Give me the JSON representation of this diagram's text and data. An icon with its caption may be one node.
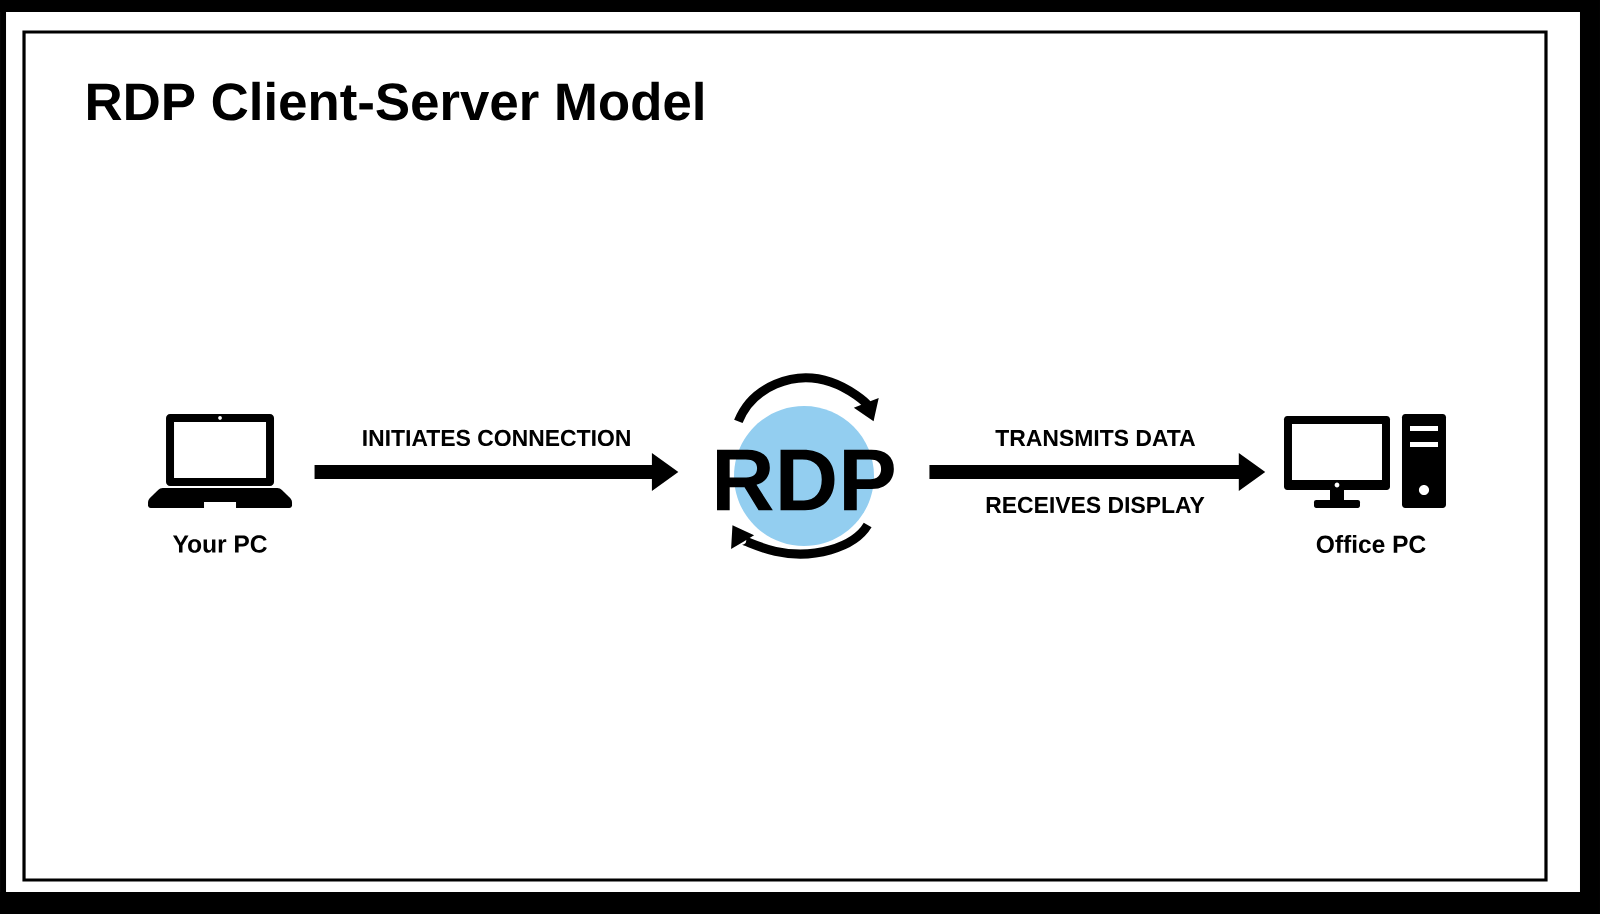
{
  "diagram": {
    "title": "RDP Client-Server Model",
    "nodes": [
      {
        "text": [],
        "shape": "picture",
        "beside": [
          "Your PC"
        ]
      },
      {
        "text": [
          "RDP"
        ]
      },
      {
        "text": [],
        "shape": "picture",
        "beside": [
          "Office PC"
        ]
      }
    ],
    "edges": [
      {
        "from": 0,
        "to": 1,
        "arrow": "to",
        "label": "INITIATES CONNECTION"
      },
      {
        "from": 1,
        "to": 2,
        "arrow": "to",
        "label": "TRANSMITS DATA"
      }
    ],
    "labels": [
      "RECEIVES DISPLAY"
    ]
  }
}
